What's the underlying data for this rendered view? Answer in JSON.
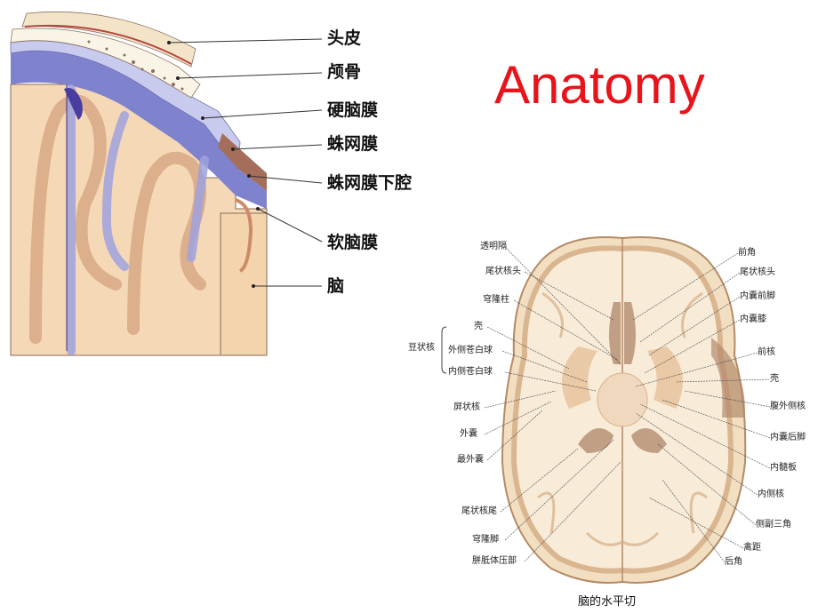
{
  "title": "Anatomy",
  "meninges_labels": [
    "头皮",
    "颅骨",
    "硬脑膜",
    "蛛网膜",
    "蛛网膜下腔",
    "软脑膜",
    "脑"
  ],
  "brain_labels_left": [
    "透明隔",
    "尾状核头",
    "穹隆柱",
    "壳",
    "外侧苍白球",
    "内侧苍白球",
    "屏状核",
    "外囊",
    "最外囊",
    "尾状核尾",
    "穹隆脚",
    "胼胝体压部"
  ],
  "brain_group_label": "豆状核",
  "brain_labels_right": [
    "前角",
    "尾状核头",
    "内囊前脚",
    "内囊膝",
    "前核",
    "壳",
    "腹外侧核",
    "内囊后脚",
    "内髓板",
    "内侧核",
    "侧副三角",
    "禽距",
    "后角"
  ],
  "brain_caption": "脑的水平切",
  "colors": {
    "title": "#e8141b",
    "scalp": "#f3e4c8",
    "scalp_line": "#b5463e",
    "bone": "#faf4e6",
    "dura": "#c9cbee",
    "arachnoid": "#a46e5a",
    "subarachnoid": "#7f82cc",
    "pia": "#cd8a66",
    "brain": "#f5d9b6"
  }
}
